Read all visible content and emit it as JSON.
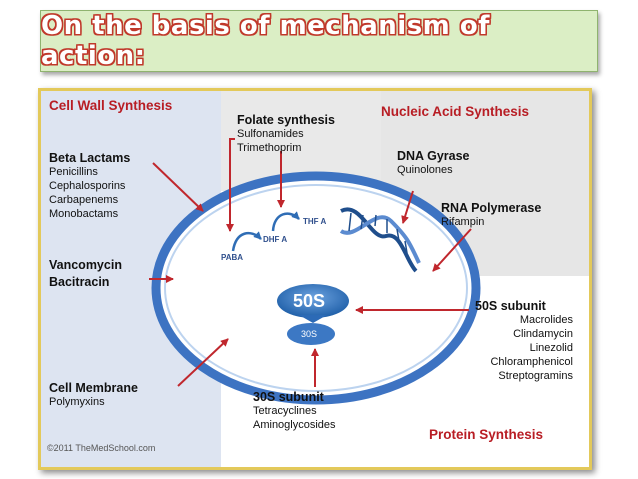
{
  "slide": {
    "title": "On the basis of mechanism of action:"
  },
  "diagram": {
    "quadrants": {
      "cell_wall": "Cell Wall Synthesis",
      "nucleic_acid": "Nucleic Acid Synthesis",
      "protein": "Protein Synthesis"
    },
    "beta_lactams": {
      "title": "Beta Lactams",
      "items": [
        "Penicillins",
        "Cephalosporins",
        "Carbapenems",
        "Monobactams"
      ]
    },
    "vancomycin": "Vancomycin",
    "bacitracin": "Bacitracin",
    "cell_membrane": {
      "title": "Cell Membrane",
      "items": [
        "Polymyxins"
      ]
    },
    "folate": {
      "title": "Folate synthesis",
      "items": [
        "Sulfonamides",
        "Trimethoprim"
      ]
    },
    "dna_gyrase": {
      "title": "DNA Gyrase",
      "items": [
        "Quinolones"
      ]
    },
    "rna_polymerase": {
      "title": "RNA Polymerase",
      "items": [
        "Rifampin"
      ]
    },
    "subunit_50s": {
      "title": "50S subunit",
      "items": [
        "Macrolides",
        "Clindamycin",
        "Linezolid",
        "Chloramphenicol",
        "Streptogramins"
      ]
    },
    "subunit_30s": {
      "title": "30S subunit",
      "items": [
        "Tetracyclines",
        "Aminoglycosides"
      ]
    },
    "pathway": {
      "paba": "PABA",
      "dhfa": "DHF A",
      "thfa": "THF A"
    },
    "ribosome": {
      "large": "50S",
      "small": "30S"
    },
    "copyright": "©2011 TheMedSchool.com"
  },
  "colors": {
    "accent_red": "#c0392b",
    "left_panel": "#dde4f1",
    "right_panel": "#e6e6e6",
    "cell_border": "#3d73c2",
    "frame_border": "#e3c95a"
  }
}
